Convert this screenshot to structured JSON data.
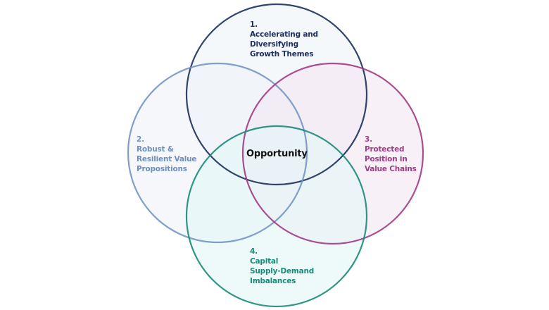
{
  "diagram": {
    "type": "venn",
    "center_label": "Opportunity",
    "sets": [
      {
        "id": "growth",
        "number": "1.",
        "lines": [
          "Accelerating and",
          "Diversifying",
          "Growth Themes"
        ],
        "stroke": "#1c2f5e",
        "fill": "#eef3f8",
        "text_color": "#1c2f5e"
      },
      {
        "id": "resilient",
        "number": "2.",
        "lines": [
          "Robust &",
          "Resilient Value",
          "Propositions"
        ],
        "stroke": "#7395c4",
        "fill": "#eef2f8",
        "text_color": "#6f8fbf"
      },
      {
        "id": "value-chains",
        "number": "3.",
        "lines": [
          "Protected",
          "Position in",
          "Value Chains"
        ],
        "stroke": "#a23b85",
        "fill": "#f3e6f1",
        "text_color": "#a23b85"
      },
      {
        "id": "capital",
        "number": "4.",
        "lines": [
          "Capital",
          "Supply-Demand",
          "Imbalances"
        ],
        "stroke": "#1a8a78",
        "fill": "#e3f7f6",
        "text_color": "#1a8a78"
      }
    ]
  }
}
